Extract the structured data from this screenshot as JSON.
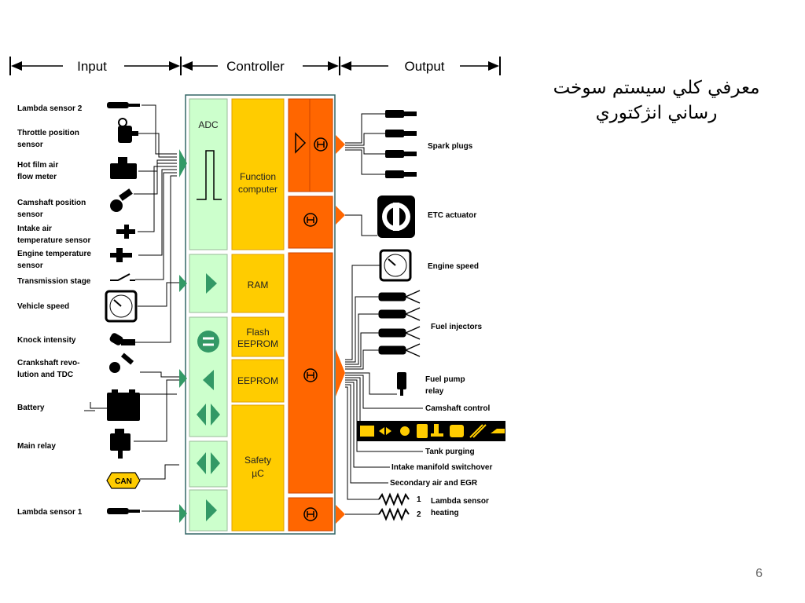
{
  "header": {
    "input": "Input",
    "controller": "Controller",
    "output": "Output"
  },
  "inputs": [
    "Lambda sensor 2",
    "Throttle position sensor",
    "Hot film air flow meter",
    "Camshaft position sensor",
    "Intake air temperature sensor",
    "Engine temperature sensor",
    "Transmission stage",
    "Vehicle speed",
    "Knock intensity",
    "Crankshaft revo-lution and TDC",
    "Battery",
    "Main relay",
    "CAN",
    "Lambda sensor 1"
  ],
  "input_lines": [
    [
      "Lambda sensor 2"
    ],
    [
      "Throttle position",
      "sensor"
    ],
    [
      "Hot film air",
      "flow meter"
    ],
    [
      "Camshaft position",
      "sensor"
    ],
    [
      "Intake air",
      "temperature sensor"
    ],
    [
      "Engine temperature",
      "sensor"
    ],
    [
      "Transmission stage"
    ],
    [
      "Vehicle speed"
    ],
    [
      "Knock intensity"
    ],
    [
      "Crankshaft revo-",
      "lution and TDC"
    ],
    [
      "Battery"
    ],
    [
      "Main relay"
    ],
    [
      "Lambda sensor 1"
    ]
  ],
  "controller": {
    "adc": "ADC",
    "function_computer": [
      "Function",
      "computer"
    ],
    "ram": "RAM",
    "flash_eeprom": [
      "Flash",
      "EEPROM"
    ],
    "eeprom": "EEPROM",
    "safety": [
      "Safety",
      "µC"
    ]
  },
  "outputs": {
    "spark_plugs": "Spark plugs",
    "etc_actuator": "ETC actuator",
    "engine_speed": "Engine speed",
    "fuel_injectors": "Fuel injectors",
    "fuel_pump_relay": [
      "Fuel pump",
      "relay"
    ],
    "camshaft_control": "Camshaft control",
    "tank_purging": "Tank purging",
    "intake_manifold": "Intake manifold switchover",
    "secondary_air": "Secondary air and EGR",
    "lambda_heating": [
      "Lambda sensor",
      "heating"
    ],
    "lambda_num_1": "1",
    "lambda_num_2": "2"
  },
  "title": "معرفي كلي سيستم سوخت رساني انژكتوري",
  "page_number": "6",
  "colors": {
    "orange": "#ff6600",
    "yellow": "#ffcc00",
    "light_green": "#ccffcc",
    "green": "#339966",
    "frame": "#336666"
  }
}
